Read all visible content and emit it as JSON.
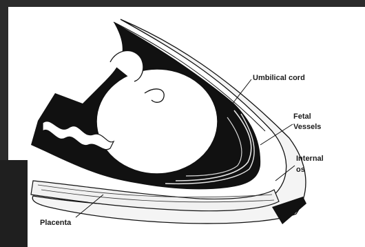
{
  "labels": {
    "umbilical_cord": "Umbilical cord",
    "fetal_vessels_line1": "Fetal",
    "fetal_vessels_line2": "Vessels",
    "internal_os_line1": "Internal",
    "internal_os_line2": "os",
    "placenta": "Placenta"
  },
  "colors": {
    "ink": "#111111",
    "background": "#ffffff",
    "frame": "#2b2b2b"
  }
}
